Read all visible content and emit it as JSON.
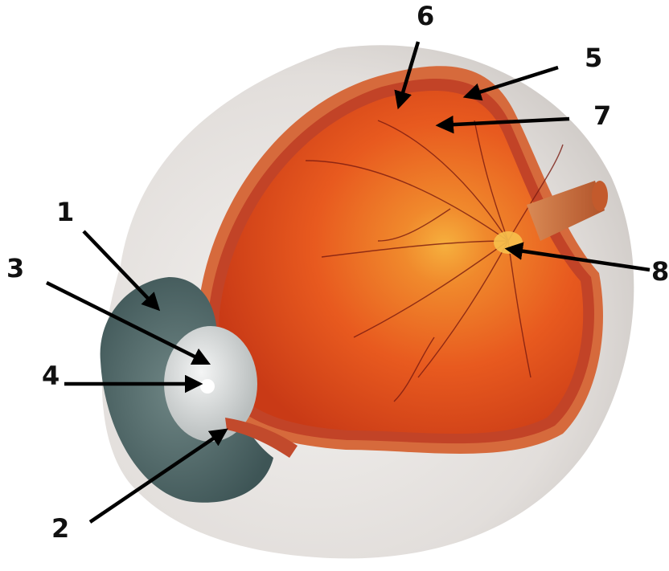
{
  "labels": {
    "l1": "1",
    "l2": "2",
    "l3": "3",
    "l4": "4",
    "l5": "5",
    "l6": "6",
    "l7": "7",
    "l8": "8"
  },
  "colors": {
    "sclera": "#e6e2df",
    "choroid": "#c8472a",
    "retina": "#e8561d",
    "macula": "#f3b53a",
    "iris": "#4f6a6b",
    "lens": "#d9dcdc",
    "vessels": "#7a1a10",
    "arrow": "#000000"
  }
}
